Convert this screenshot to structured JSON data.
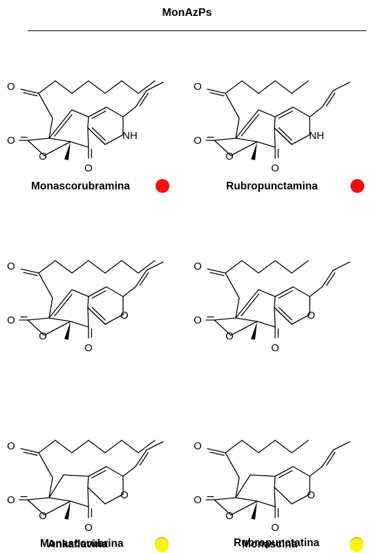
{
  "title": "MonAzPs",
  "atoms": {
    "o": "O",
    "nh": "NH"
  },
  "compounds": [
    {
      "name": "Monascorubramina",
      "dot_color": "#ee1111",
      "chain": 7,
      "ring": "N",
      "saturated": false
    },
    {
      "name": "Rubropunctamina",
      "dot_color": "#ee1111",
      "chain": 5,
      "ring": "N",
      "saturated": false
    },
    {
      "name": "Monascorubrina",
      "dot_color": "#f5b111",
      "chain": 7,
      "ring": "O",
      "saturated": false
    },
    {
      "name": "Rubropunctatina",
      "dot_color": "#f5b111",
      "chain": 5,
      "ring": "O",
      "saturated": false
    },
    {
      "name": "Ankaflavina",
      "dot_color": "#fff21a",
      "chain": 7,
      "ring": "O",
      "saturated": true
    },
    {
      "name": "Monascina",
      "dot_color": "#fff21a",
      "chain": 5,
      "ring": "O",
      "saturated": true
    }
  ]
}
